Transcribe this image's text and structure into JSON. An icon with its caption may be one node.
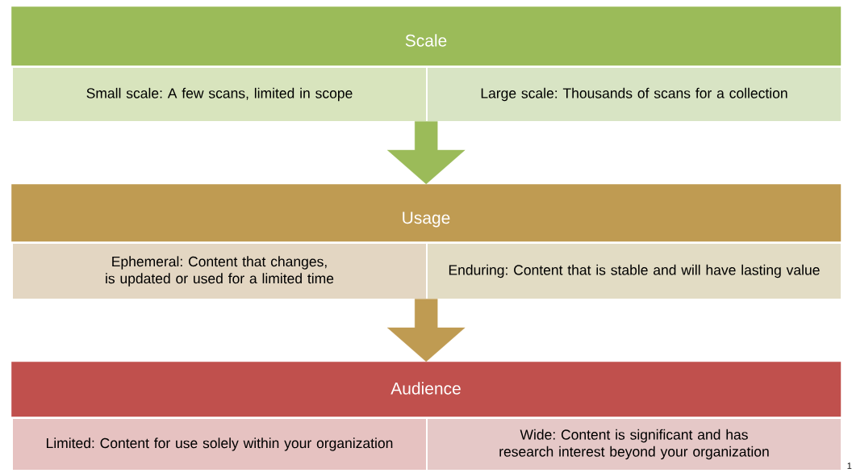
{
  "diagram": {
    "nodes": [
      {
        "text": [
          "Scale"
        ]
      },
      {
        "text": [
          "Small scale: A few scans, limited in scope"
        ]
      },
      {
        "text": [
          "Large scale: Thousands of scans for a collection"
        ]
      },
      {
        "text": [
          "Usage"
        ]
      },
      {
        "text": [
          "Ephemeral: Content that changes, is updated or used for a limited time"
        ]
      },
      {
        "text": [
          "Enduring: Content that is stable and will have lasting value"
        ]
      },
      {
        "text": [
          "Audience"
        ]
      },
      {
        "text": [
          "Limited: Content for use solely within your organization"
        ]
      },
      {
        "text": [
          "Wide: Content is significant and has research interest beyond your organization"
        ]
      }
    ],
    "edges": [
      {
        "from": 0,
        "to": 3,
        "arrow": "to",
        "color": "#9bbb59"
      },
      {
        "from": 3,
        "to": 6,
        "arrow": "to",
        "color": "#bf9b52"
      }
    ],
    "labels": [
      "1"
    ]
  }
}
